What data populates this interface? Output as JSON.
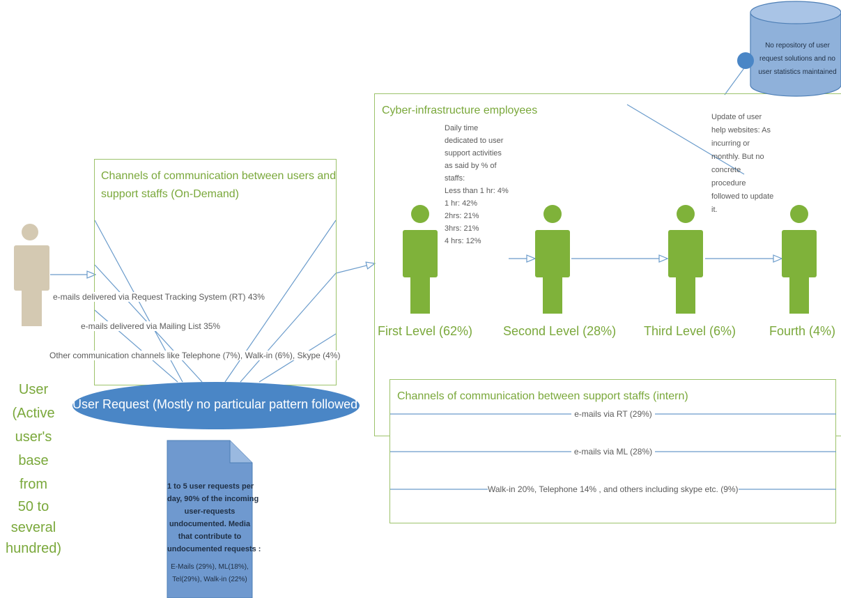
{
  "user": {
    "label_lines": [
      "User",
      "(Active",
      "user's",
      "base",
      "from",
      "50 to",
      "several",
      "hundred)"
    ]
  },
  "onDemand": {
    "title_lines": [
      "Channels of communication between users and",
      "support staffs (On-Demand)"
    ],
    "channels": [
      "e-mails delivered via Request Tracking System (RT) 43%",
      "e-mails delivered via Mailing List 35%",
      "Other communication channels like Telephone (7%),  Walk-in (6%), Skype (4%)"
    ]
  },
  "userRequest": {
    "label": "User Request (Mostly no particular pattern followed)"
  },
  "note": {
    "lines": [
      "1 to 5 user requests per",
      "day, 90% of the incoming",
      "user-requests",
      "undocumented. Media",
      "that contribute to",
      "undocumented requests :",
      "E-Mails (29%), ML(18%),",
      "Tel(29%), Walk-in (22%)"
    ]
  },
  "cyber": {
    "title": "Cyber-infrastructure employees",
    "daily_time_lines": [
      "Daily time",
      "dedicated to user",
      "support activities",
      "as said by % of",
      "staffs:",
      "Less than 1 hr: 4%",
      "1 hr: 42%",
      "2hrs: 21%",
      "3hrs: 21%",
      "4 hrs: 12%"
    ],
    "update_lines": [
      "Update of user",
      "help websites: As",
      "incurring or",
      "monthly. But no",
      "concrete",
      "procedure",
      "followed to update",
      "it."
    ],
    "levels": [
      "First Level (62%)",
      "Second Level (28%)",
      "Third Level (6%)",
      "Fourth (4%)"
    ]
  },
  "repository": {
    "lines": [
      "No repository of user",
      "request solutions and no",
      "user statistics maintained"
    ]
  },
  "intern": {
    "title": "Channels of communication between support staffs (intern)",
    "channels": [
      "e-mails via RT (29%)",
      "e-mails via ML (28%)",
      "Walk-in 20%, Telephone 14% , and others including skype etc. (9%)"
    ]
  },
  "colors": {
    "person_user": "#d4c9b2",
    "person_staff": "#7fb23a",
    "ellipse": "#4a86c6",
    "note": "#6f99cf",
    "cylinder": "#8fb1da",
    "line": "#6a9bcb",
    "box_border": "#9cc26a"
  },
  "icons": [
    "user-person-icon",
    "staff-person-icon",
    "database-cylinder-icon",
    "document-note-icon"
  ]
}
